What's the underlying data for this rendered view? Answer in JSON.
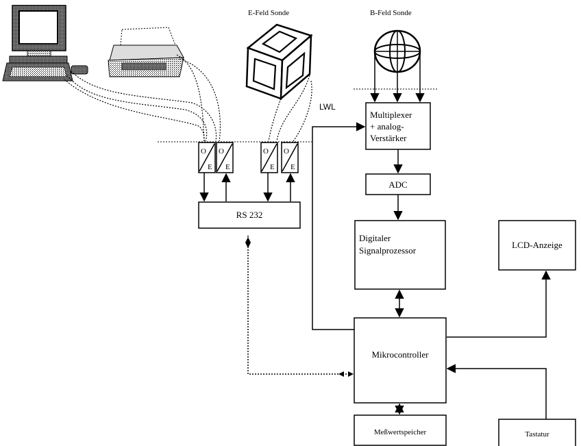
{
  "labels": {
    "e_probe": "E-Feld Sonde",
    "b_probe": "B-Feld Sonde",
    "lwl": "LWL",
    "mux_line1": "Multiplexer",
    "mux_line2": "+ analog-",
    "mux_line3": "Verstärker",
    "adc": "ADC",
    "dsp_line1": "Digitaler",
    "dsp_line2": "Signalprozessor",
    "rs232": "RS 232",
    "lcd": "LCD-Anzeige",
    "mcu": "Mikrocontroller",
    "memory": "Meßwertspeicher",
    "keyboard": "Tastatur",
    "oe_o": "O",
    "oe_e": "E"
  },
  "icons": {
    "computer": "computer-icon",
    "printer": "printer-icon",
    "e_probe": "cube-probe-icon",
    "b_probe": "globe-probe-icon"
  }
}
